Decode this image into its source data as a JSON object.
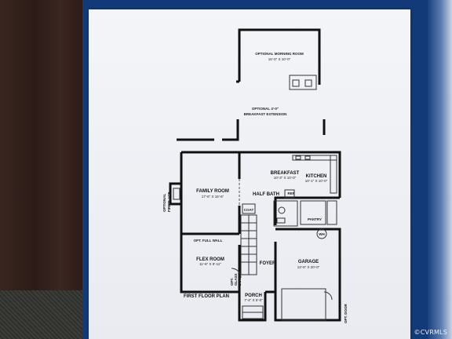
{
  "plan": {
    "morning_room": {
      "name": "OPTIONAL MORNING ROOM",
      "size": "16'-0\" X 10'-0\""
    },
    "breakfast_ext": {
      "line1": "OPTIONAL 4'-0\"",
      "line2": "BREAKFAST EXTENSION"
    },
    "breakfast": {
      "name": "BREAKFAST",
      "size": "10'-3\" X 10'-0\""
    },
    "kitchen": {
      "name": "KITCHEN",
      "size": "10'-1\" X 10'-0\""
    },
    "family_room": {
      "name": "FAMILY ROOM",
      "size": "17'-6\" X 16'-6\""
    },
    "fireplace": {
      "line1": "OPTIONAL",
      "line2": "FIREPLACE"
    },
    "half_bath": "HALF BATH",
    "ref": "REF",
    "coat": "COAT",
    "pantry": "PANTRY",
    "wh": "WH",
    "opt_full_wall": "OPT. FULL WALL",
    "flex_room": {
      "name": "FLEX ROOM",
      "size": "11'-6\" X 9'-11\""
    },
    "foyer": "FOYER",
    "garage": {
      "name": "GARAGE",
      "size": "13'-6\" X 20'-0\""
    },
    "glass_door": {
      "line1": "OPT.",
      "line2": "GLASS",
      "line3": "DOOR"
    },
    "porch": {
      "name": "PORCH",
      "size": "7'-4\" X 5'-0\""
    },
    "opt_door": "OPT. DOOR",
    "floor_title": "FIRST FLOOR PLAN"
  },
  "watermark": "©CVRMLS",
  "colors": {
    "blue_frame": "#123a78",
    "paper": "#f4f5f8",
    "wall": "#111111"
  }
}
